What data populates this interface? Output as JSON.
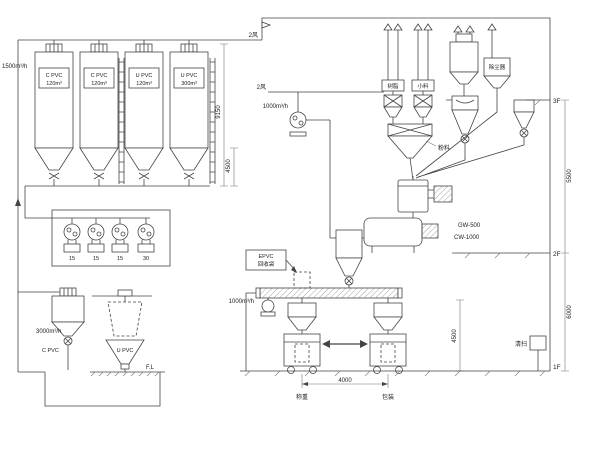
{
  "diagram": {
    "silos": [
      {
        "line1": "C PVC",
        "line2": "120m³"
      },
      {
        "line1": "C PVC",
        "line2": "120m³"
      },
      {
        "line1": "U PVC",
        "line2": "120m³"
      },
      {
        "line1": "U PVC",
        "line2": "300m³"
      }
    ],
    "blowers": [
      "15",
      "15",
      "15",
      "30"
    ],
    "flows": {
      "silo_feed": "1500m³/h",
      "wind_a": "2风",
      "wind_b": "2风",
      "mid_pump": "1000m³/h",
      "conveyor_pump": "1000m³/h",
      "day_bin": "3000m³/h"
    },
    "dims": {
      "silo_total": "9150",
      "silo_cone": "4500",
      "floor_2_3": "5500",
      "floor_1_2": "6000",
      "bagging_span": "4000",
      "bagging_height": "4500"
    },
    "floors": {
      "f1": "1F",
      "f2": "2F",
      "f3": "3F",
      "fl": "F.L"
    },
    "equipment": {
      "hot_mixer": "GW-500",
      "cool_mixer": "CW-1000",
      "powder": "粉料",
      "resin_scale": "树脂",
      "additive_scale": "小料",
      "dust_filter": "除尘器",
      "recycle_line1": "EPVC",
      "recycle_line2": "回收袋",
      "cleaning": "清扫",
      "cpvc_bin": "C PVC",
      "upvc_bag": "U PVC",
      "station_left": "称重",
      "station_right": "包装"
    }
  }
}
